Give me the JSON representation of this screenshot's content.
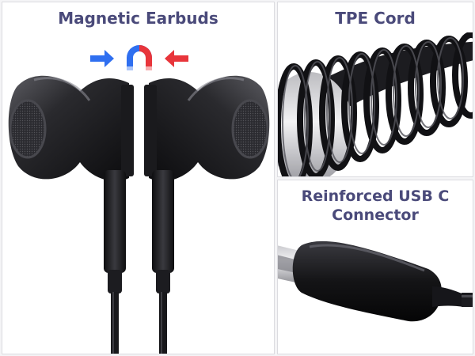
{
  "panels": {
    "magnetic": {
      "title": "Magnetic Earbuds"
    },
    "cord": {
      "title": "TPE Cord"
    },
    "connector": {
      "title_line1": "Reinforced USB C",
      "title_line2": "Connector"
    }
  },
  "icons": {
    "arrow_left_color": "#2f6ff0",
    "arrow_right_color": "#e8353b",
    "magnet_north": "#e8353b",
    "magnet_south": "#2f6ff0"
  }
}
